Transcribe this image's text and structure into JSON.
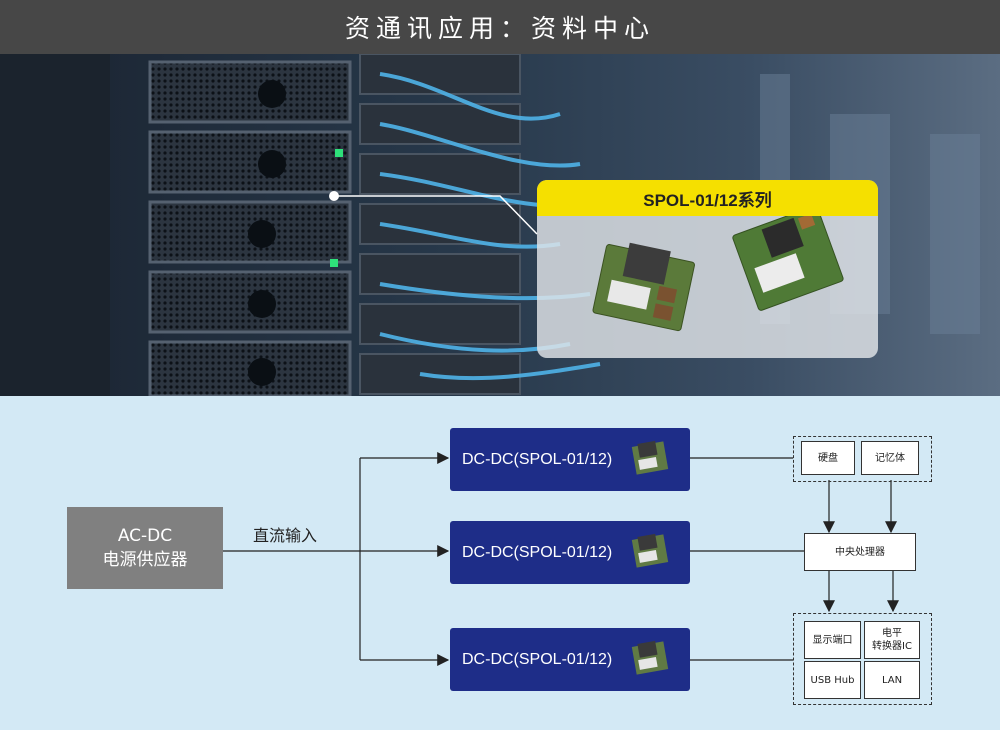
{
  "header": {
    "title": "资通讯应用：资料中心"
  },
  "callout": {
    "title": "SPOL-01/12系列"
  },
  "diagram": {
    "acdc": {
      "line1": "AC-DC",
      "line2": "电源供应器"
    },
    "input_label": "直流输入",
    "converters": [
      {
        "label": "DC-DC(SPOL-01/12)"
      },
      {
        "label": "DC-DC(SPOL-01/12)"
      },
      {
        "label": "DC-DC(SPOL-01/12)"
      }
    ],
    "storage": {
      "hdd": "硬盘",
      "memory": "记忆体"
    },
    "cpu": "中央处理器",
    "peripherals": {
      "display_port": "显示端口",
      "level_shifter_line1": "电平",
      "level_shifter_line2": "转换器IC",
      "usb_hub": "USB Hub",
      "lan": "LAN"
    }
  },
  "colors": {
    "header_bg": "#474747",
    "callout_title_bg": "#f5e000",
    "converter_bg": "#1e2d88",
    "acdc_bg": "#808080",
    "diagram_bg": "#d3e9f5"
  }
}
